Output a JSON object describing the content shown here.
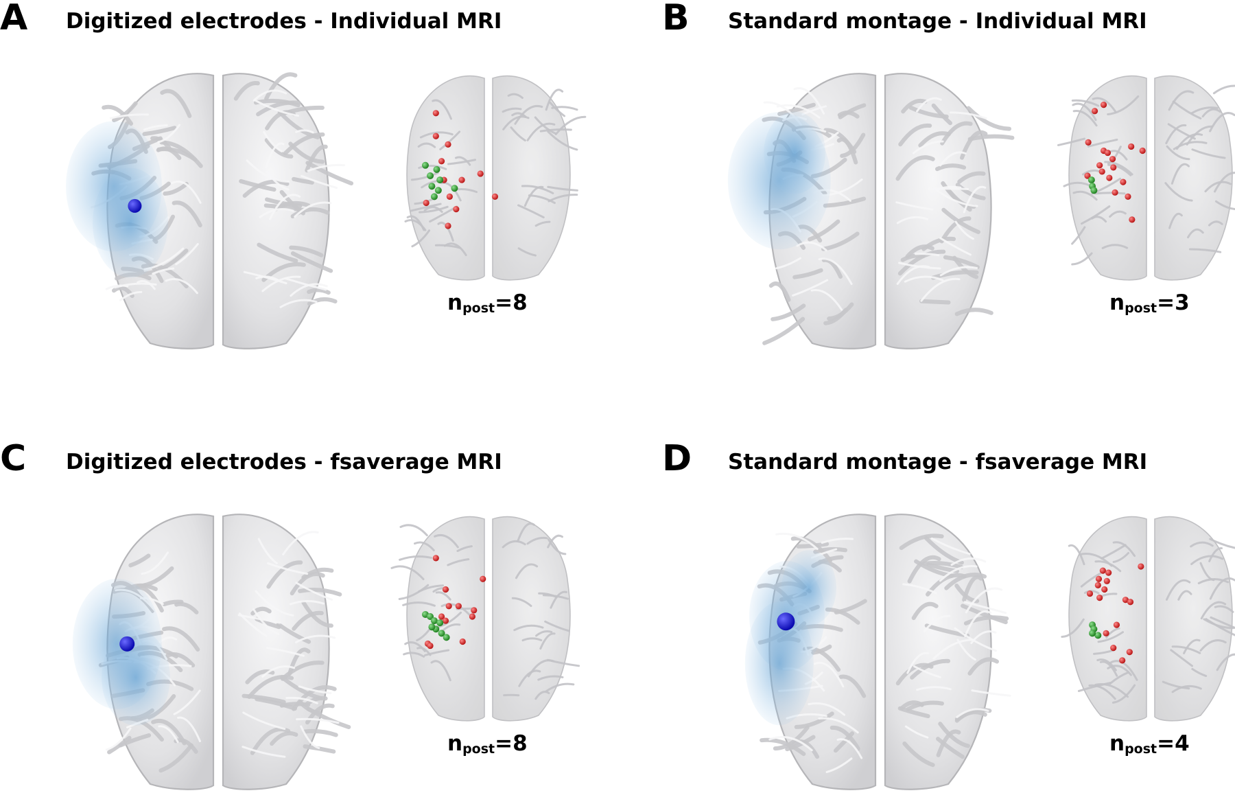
{
  "panels": [
    {
      "letter": "A",
      "title": "Digitized electrodes - Individual MRI",
      "n_label": "n",
      "n_sub": "post",
      "n_value": "=8",
      "source_dipole": true,
      "electrodes_green": 8,
      "electrodes_red": 12
    },
    {
      "letter": "B",
      "title": "Standard montage - Individual MRI",
      "n_label": "n",
      "n_sub": "post",
      "n_value": "=3",
      "source_dipole": false,
      "electrodes_green": 3,
      "electrodes_red": 17
    },
    {
      "letter": "C",
      "title": "Digitized electrodes - fsaverage MRI",
      "n_label": "n",
      "n_sub": "post",
      "n_value": "=8",
      "source_dipole": true,
      "electrodes_green": 8,
      "electrodes_red": 12
    },
    {
      "letter": "D",
      "title": "Standard montage - fsaverage MRI",
      "n_label": "n",
      "n_sub": "post",
      "n_value": "=4",
      "source_dipole": true,
      "electrodes_green": 4,
      "electrodes_red": 16
    }
  ],
  "colors": {
    "cortex_fill": "#e4e4e6",
    "cortex_stroke": "#b5b5b8",
    "sulci": "#c6c6ca",
    "activation": "#6fa9d8",
    "dipole": "#1515e8",
    "electrode_green": "#2fa12f",
    "electrode_red": "#d02424",
    "text": "#000000"
  }
}
